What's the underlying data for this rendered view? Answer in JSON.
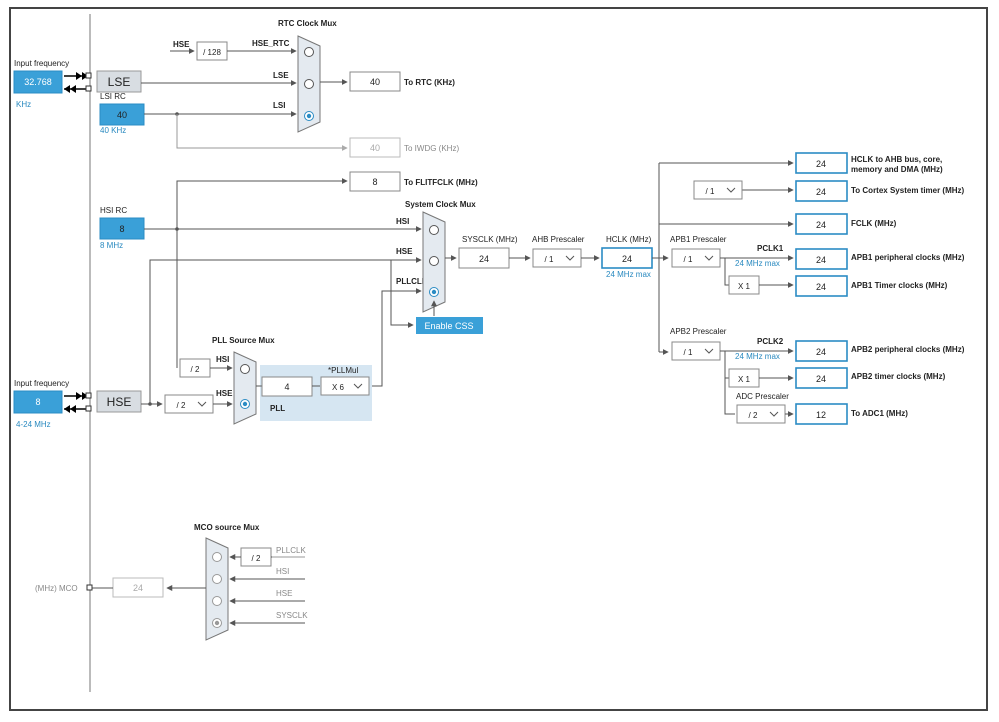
{
  "rtc_mux": {
    "title": "RTC Clock Mux",
    "hse_label": "HSE",
    "div128": "/ 128",
    "hse_rtc": "HSE_RTC",
    "lse_in": "LSE",
    "lsi_in": "LSI",
    "out_value": "40",
    "out_label": "To RTC (KHz)",
    "iwdg_value": "40",
    "iwdg_label": "To IWDG (KHz)"
  },
  "lse": {
    "input_label": "Input frequency",
    "input_value": "32.768",
    "unit": "KHz",
    "name": "LSE"
  },
  "lsi": {
    "title": "LSI RC",
    "value": "40",
    "unit": "40 KHz"
  },
  "flitf": {
    "value": "8",
    "label": "To FLITFCLK (MHz)"
  },
  "hsi": {
    "title": "HSI RC",
    "value": "8",
    "unit": "8 MHz"
  },
  "sys_mux": {
    "title": "System Clock Mux",
    "hsi": "HSI",
    "hse": "HSE",
    "pllclk": "PLLCLK",
    "css": "Enable CSS"
  },
  "sysclk": {
    "label": "SYSCLK (MHz)",
    "value": "24"
  },
  "ahb": {
    "label": "AHB Prescaler",
    "value": "/ 1"
  },
  "hclk": {
    "label": "HCLK (MHz)",
    "value": "24",
    "max": "24 MHz max"
  },
  "pll_src": {
    "title": "PLL Source Mux",
    "div2": "/ 2",
    "hsi": "HSI",
    "hse": "HSE",
    "pll_value": "4",
    "pll_label": "PLL",
    "pllmul_label": "*PLLMul",
    "pllmul_value": "X 6"
  },
  "hse": {
    "input_label": "Input frequency",
    "input_value": "8",
    "range": "4-24 MHz",
    "name": "HSE",
    "prediv": "/ 2"
  },
  "outputs": {
    "hclk_ahb_value": "24",
    "hclk_ahb_label1": "HCLK to AHB bus, core,",
    "hclk_ahb_label2": "memory and DMA (MHz)",
    "cortex_div": "/ 1",
    "cortex_value": "24",
    "cortex_label": "To Cortex System timer (MHz)",
    "fclk_value": "24",
    "fclk_label": "FCLK (MHz)",
    "apb1_prescaler_label": "APB1 Prescaler",
    "apb1_div": "/ 1",
    "pclk1": "PCLK1",
    "pclk1_max": "24 MHz max",
    "apb1_periph_value": "24",
    "apb1_periph_label": "APB1 peripheral clocks (MHz)",
    "apb1_timer_mul": "X 1",
    "apb1_timer_value": "24",
    "apb1_timer_label": "APB1 Timer clocks (MHz)",
    "apb2_prescaler_label": "APB2 Prescaler",
    "apb2_div": "/ 1",
    "pclk2": "PCLK2",
    "pclk2_max": "24 MHz max",
    "apb2_periph_value": "24",
    "apb2_periph_label": "APB2 peripheral clocks (MHz)",
    "apb2_timer_mul": "X 1",
    "apb2_timer_value": "24",
    "apb2_timer_label": "APB2 timer clocks (MHz)",
    "adc_prescaler_label": "ADC Prescaler",
    "adc_div": "/ 2",
    "adc_value": "12",
    "adc_label": "To ADC1 (MHz)"
  },
  "mco": {
    "title": "MCO source Mux",
    "div2": "/ 2",
    "pllclk": "PLLCLK",
    "hsi": "HSI",
    "hse": "HSE",
    "sysclk": "SYSCLK",
    "out_label": "(MHz) MCO",
    "out_value": "24"
  },
  "colors": {
    "accent": "#3aa0d8",
    "accent_border": "#2b8cc4",
    "pll_bg": "#d6e6f2",
    "mux_fill": "#e4eaf0",
    "line": "#555555"
  }
}
